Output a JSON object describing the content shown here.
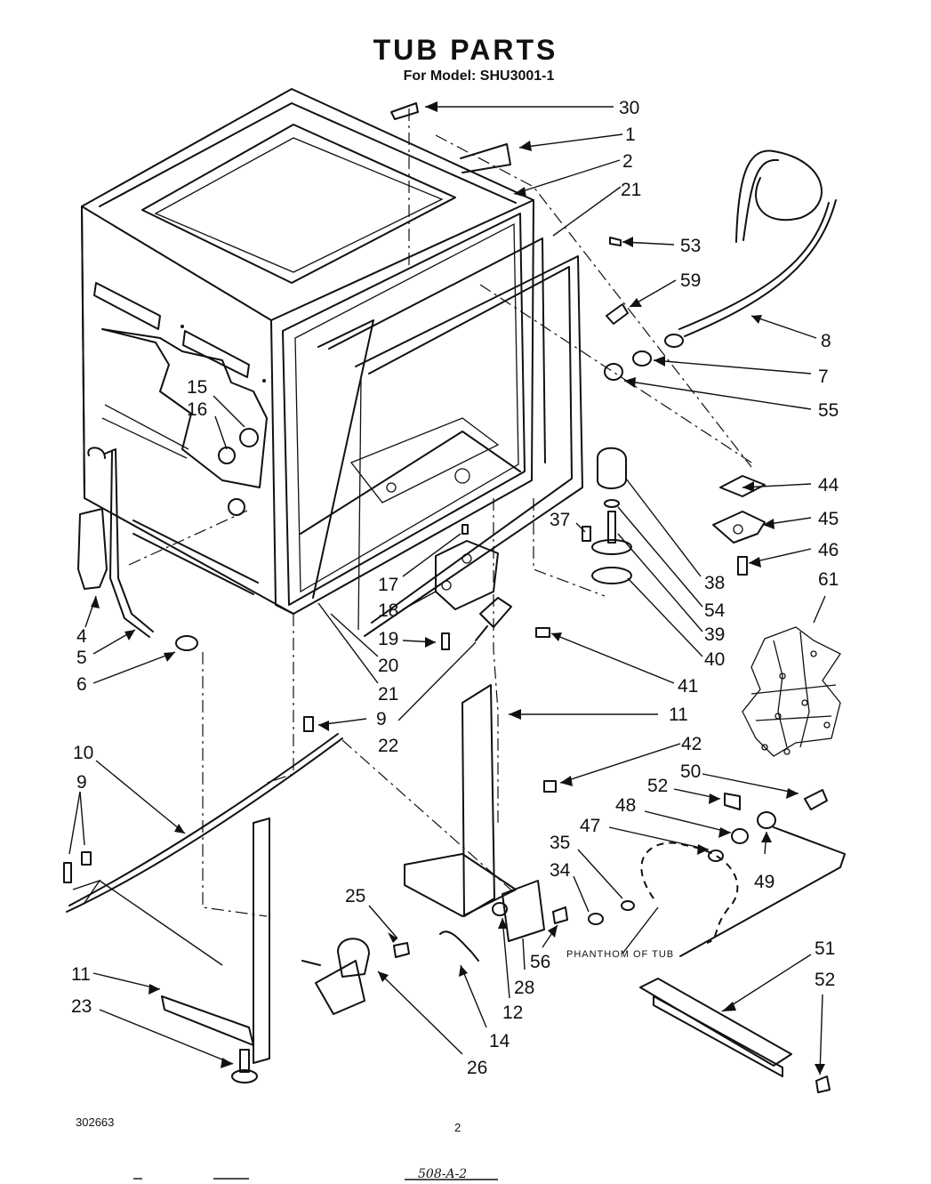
{
  "title": "TUB PARTS",
  "subtitle": "For Model: SHU3001-1",
  "annotation_phantom": "PHANTHOM OF TUB",
  "footer": {
    "left_code": "302663",
    "page_number": "2",
    "bottom_handwritten": "508-A-2"
  },
  "callouts": [
    "30",
    "1",
    "2",
    "21",
    "53",
    "59",
    "8",
    "7",
    "55",
    "44",
    "45",
    "46",
    "61",
    "38",
    "54",
    "39",
    "40",
    "41",
    "37",
    "15",
    "16",
    "17",
    "18",
    "19",
    "20",
    "21",
    "22",
    "4",
    "5",
    "6",
    "9",
    "10",
    "9",
    "11",
    "11",
    "42",
    "50",
    "52",
    "48",
    "47",
    "49",
    "35",
    "34",
    "25",
    "23",
    "26",
    "14",
    "12",
    "28",
    "56",
    "51",
    "52"
  ]
}
